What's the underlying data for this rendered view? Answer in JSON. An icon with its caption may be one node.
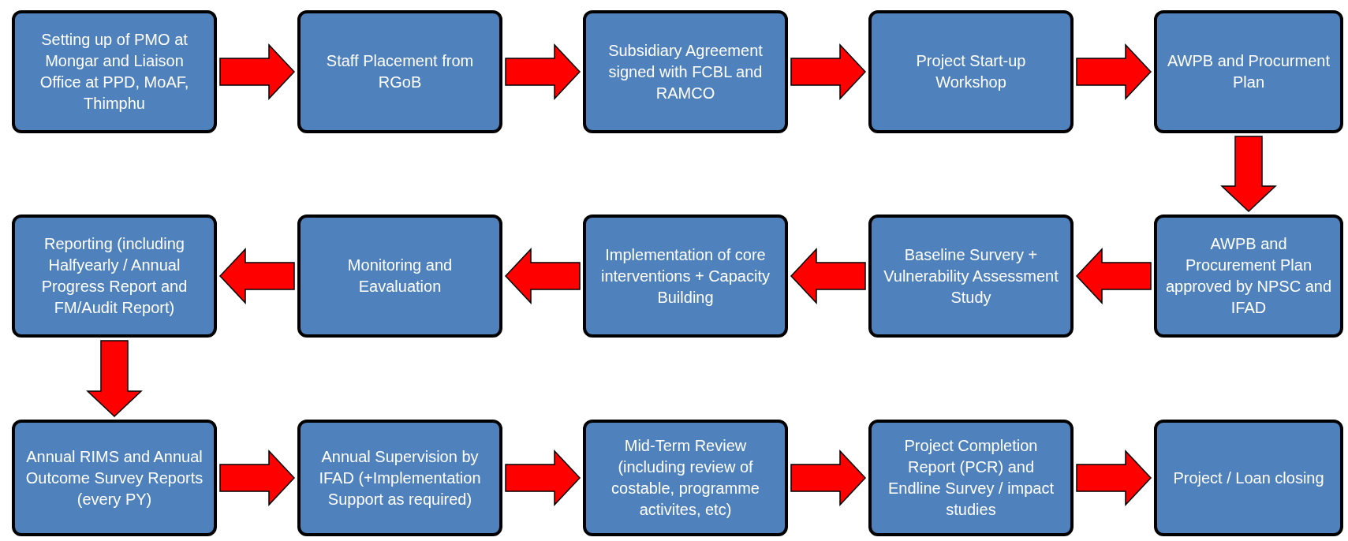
{
  "diagram": {
    "nodes": [
      {
        "text": [
          "Setting up of PMO  at Mongar and Liaison Office at PPD, MoAF, Thimphu"
        ]
      },
      {
        "text": [
          "Staff Placement from RGoB"
        ]
      },
      {
        "text": [
          "Subsidiary Agreement signed with FCBL and RAMCO"
        ]
      },
      {
        "text": [
          "Project Start-up Workshop"
        ]
      },
      {
        "text": [
          "AWPB and Procurment Plan"
        ]
      },
      {
        "text": [
          "AWPB and Procurement Plan approved by NPSC and IFAD"
        ]
      },
      {
        "text": [
          "Baseline Survery + Vulnerability Assessment Study"
        ]
      },
      {
        "text": [
          "Implementation of core interventions + Capacity Building"
        ]
      },
      {
        "text": [
          "Monitoring and Eavaluation"
        ]
      },
      {
        "text": [
          "Reporting (including Halfyearly / Annual Progress Report  and FM/Audit Report)"
        ]
      },
      {
        "text": [
          "Annual RIMS and Annual Outcome Survey Reports (every  PY)"
        ]
      },
      {
        "text": [
          "Annual Supervision by IFAD (+Implementation Support as required)"
        ]
      },
      {
        "text": [
          "Mid-Term Review (including review of costable, programme activites, etc)"
        ]
      },
      {
        "text": [
          "Project Completion Report (PCR) and Endline Survey / impact studies"
        ]
      },
      {
        "text": [
          "Project / Loan closing"
        ]
      }
    ],
    "edges": [
      {
        "from": 0,
        "to": 1,
        "arrow": "to"
      },
      {
        "from": 1,
        "to": 2,
        "arrow": "to"
      },
      {
        "from": 2,
        "to": 3,
        "arrow": "to"
      },
      {
        "from": 3,
        "to": 4,
        "arrow": "to"
      },
      {
        "from": 4,
        "to": 5,
        "arrow": "to"
      },
      {
        "from": 5,
        "to": 6,
        "arrow": "to"
      },
      {
        "from": 6,
        "to": 7,
        "arrow": "to"
      },
      {
        "from": 7,
        "to": 8,
        "arrow": "to"
      },
      {
        "from": 8,
        "to": 9,
        "arrow": "to"
      },
      {
        "from": 9,
        "to": 10,
        "arrow": "to"
      },
      {
        "from": 10,
        "to": 11,
        "arrow": "to"
      },
      {
        "from": 11,
        "to": 12,
        "arrow": "to"
      },
      {
        "from": 12,
        "to": 13,
        "arrow": "to"
      },
      {
        "from": 13,
        "to": 14,
        "arrow": "to"
      }
    ]
  }
}
